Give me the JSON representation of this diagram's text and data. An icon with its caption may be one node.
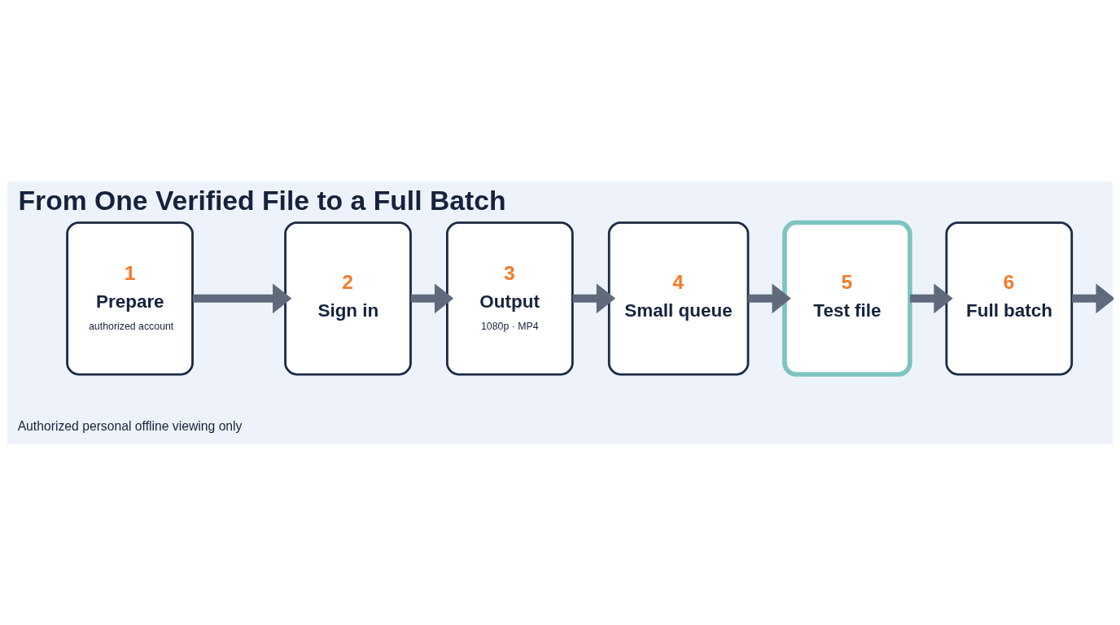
{
  "diagram": {
    "title": "From One Verified File to a Full Batch",
    "caption": "Authorized personal offline viewing only",
    "nodes": [
      {
        "text": [
          "1",
          "Prepare",
          "authorized account"
        ]
      },
      {
        "text": [
          "2",
          "Sign in"
        ]
      },
      {
        "text": [
          "3",
          "Output",
          "1080p · MP4"
        ]
      },
      {
        "text": [
          "4",
          "Small queue"
        ]
      },
      {
        "text": [
          "5",
          "Test file"
        ]
      },
      {
        "text": [
          "6",
          "Full batch"
        ]
      }
    ],
    "edges": [
      {
        "from": 0,
        "to": 1,
        "arrow": "to"
      },
      {
        "from": 1,
        "to": 2,
        "arrow": "to"
      },
      {
        "from": 2,
        "to": 3,
        "arrow": "to"
      },
      {
        "from": 3,
        "to": 4,
        "arrow": "to"
      },
      {
        "from": 4,
        "to": 5,
        "arrow": "to"
      },
      {
        "from": 5,
        "to": null,
        "arrow": "to"
      }
    ]
  }
}
